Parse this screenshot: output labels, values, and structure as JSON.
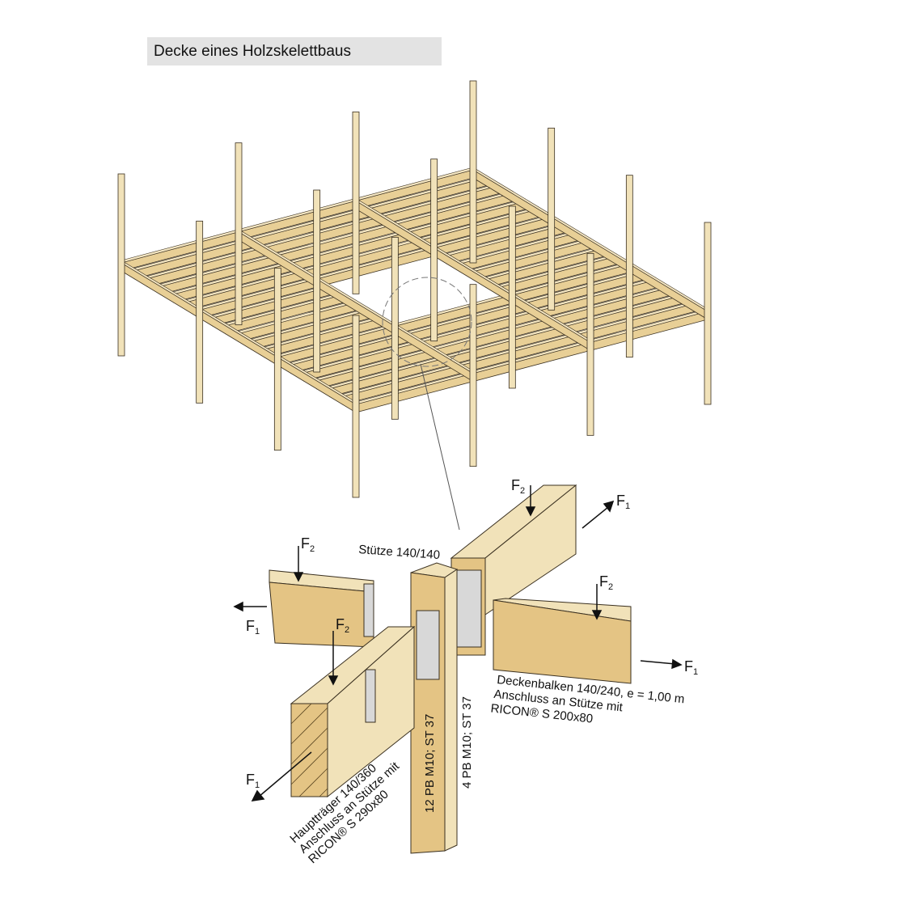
{
  "title": "Decke eines Holzskelettbaus",
  "colors": {
    "wood_light": "#f1e2b9",
    "wood_dark": "#e4c484",
    "outline": "#3a3020",
    "title_bg": "#e3e3e3"
  },
  "detail": {
    "column_label": "Stütze 140/140",
    "force_f1": "F",
    "force_f2": "F",
    "sub1": "1",
    "sub2": "2",
    "column_bolts_front": "12 PB M10; ST 37",
    "column_bolts_side": "4 PB M10; ST 37",
    "secondary_beam": {
      "line1": "Deckenbalken 140/240, e = 1,00 m",
      "line2": "Anschluss an Stütze mit",
      "line3": "RICON® S 200x80"
    },
    "main_beam": {
      "line1": "Hauptträger 140/360",
      "line2": "Anschluss an Stütze mit",
      "line3": "RICON® S 290x80"
    }
  }
}
